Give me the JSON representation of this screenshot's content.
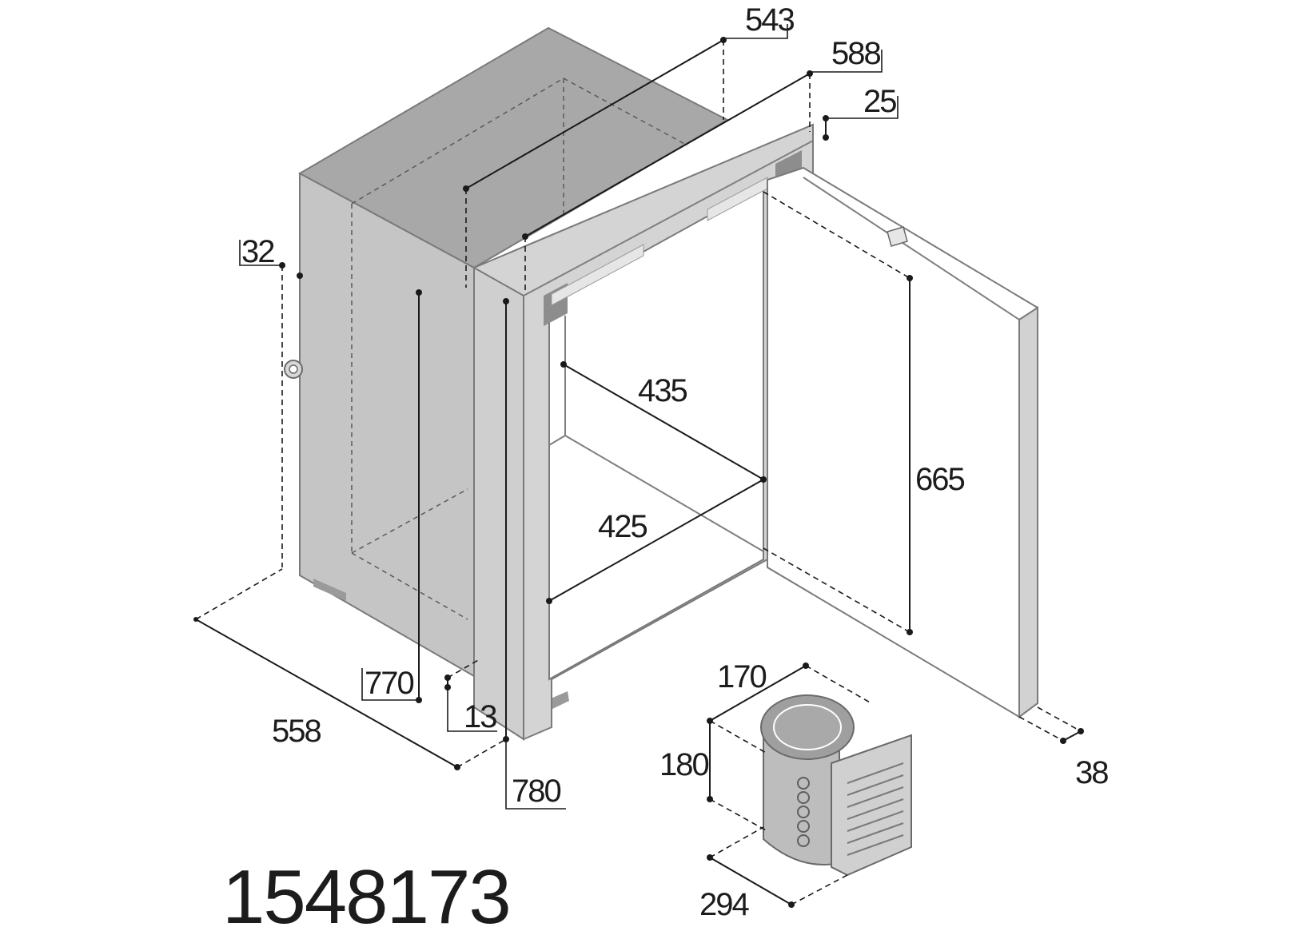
{
  "model_number": "1548173",
  "dimensions": {
    "d543": "543",
    "d588": "588",
    "d25": "25",
    "d32": "32",
    "d435": "435",
    "d665": "665",
    "d425": "425",
    "d770": "770",
    "d13": "13",
    "d558": "558",
    "d780": "780",
    "d170": "170",
    "d180": "180",
    "d38": "38",
    "d294": "294"
  },
  "colors": {
    "cabinet_top": "#a9a9a9",
    "cabinet_side": "#c6c6c6",
    "frame": "#d6d6d6",
    "interior": "#ffffff",
    "line": "#1a1a1a"
  }
}
